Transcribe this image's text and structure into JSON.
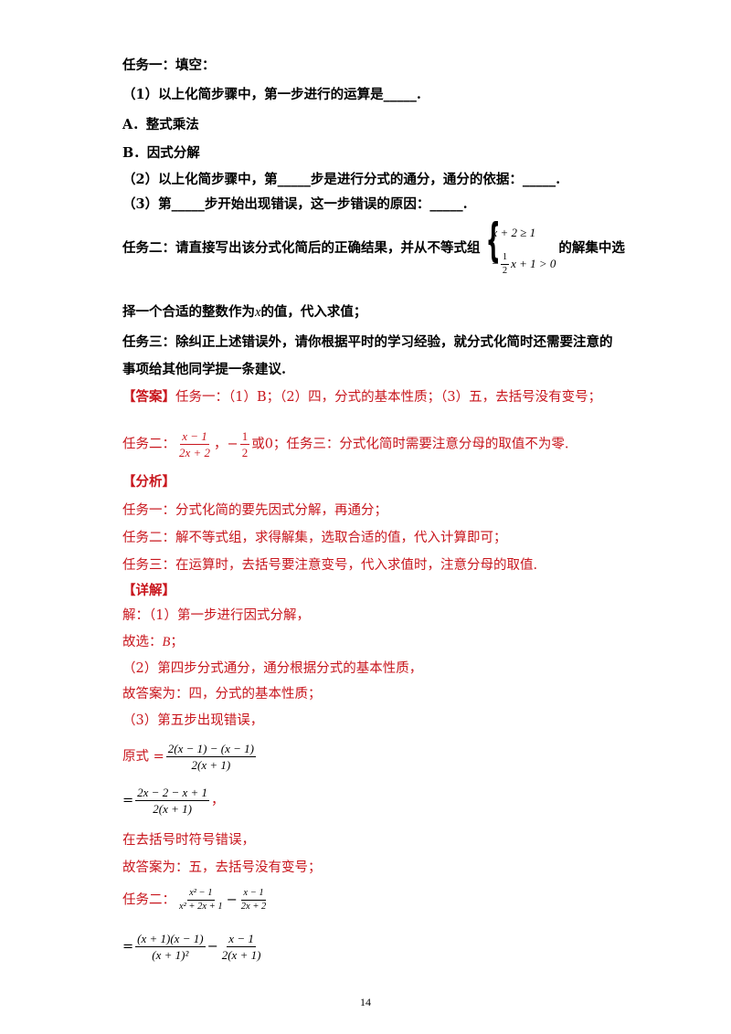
{
  "tasks": {
    "task1_head": "任务一：填空：",
    "q1": "（1）以上化简步骤中，第一步进行的运算是_____.",
    "optA": "A．整式乘法",
    "optB": "B．因式分解",
    "q2": "（2）以上化简步骤中，第_____步是进行分式的通分，通分的依据：_____.",
    "q3": "（3）第_____步开始出现错误，这一步错误的原因：_____.",
    "task2_pre": "任务二：请直接写出该分式化简后的正确结果，并从不等式组",
    "task2_post": "的解集中选",
    "ineq1": "x + 2 ≥ 1",
    "ineq2_num": "1",
    "ineq2_den": "2",
    "ineq2_minus": "−",
    "ineq2_rest": "x + 1 > 0",
    "task2_cont_a": "择一个合适的整数作为",
    "task2_var": "x",
    "task2_cont_b": "的值，代入求值；",
    "task3_l1": "任务三：除纠正上述错误外，请你根据平时的学习经验，就分式化简时还需要注意的",
    "task3_l2": "事项给其他同学提一条建议."
  },
  "answer": {
    "label": "【答案】",
    "line1": "任务一：（1）B；（2）四，分式的基本性质；（3）五，去括号没有变号；",
    "line2_pre": "任务二：",
    "frac_num": "x − 1",
    "frac_den": "2x + 2",
    "comma": "，",
    "neg": "−",
    "half_num": "1",
    "half_den": "2",
    "line2_post": "或0；任务三：分式化简时需要注意分母的取值不为零."
  },
  "analysis": {
    "label": "【分析】",
    "l1": "任务一：分式化简的要先因式分解，再通分；",
    "l2": "任务二：解不等式组，求得解集，选取合适的值，代入计算即可；",
    "l3": "任务三：在运算时，去括号要注意变号，代入求值时，注意分母的取值."
  },
  "detail": {
    "label": "【详解】",
    "l1": "解：（1）第一步进行因式分解，",
    "l2_pre": "故选：",
    "l2_var": "B",
    "l2_post": "；",
    "l3": "（2）第四步分式通分，通分根据分式的基本性质，",
    "l4": "故答案为：四，分式的基本性质；",
    "l5": "（3）第五步出现错误，",
    "f1_pre": "原式 =",
    "f1_num": "2(x − 1) − (x − 1)",
    "f1_den": "2(x + 1)",
    "f2_pre": "=",
    "f2_num": "2x − 2 − x + 1",
    "f2_den": "2(x + 1)",
    "f2_post": "，",
    "l6": "在去括号时符号错误，",
    "l7": "故答案为：五，去括号没有变号；",
    "t2_pre": "任务二：",
    "t2_a_num": "x² − 1",
    "t2_a_den": "x² + 2x + 1",
    "t2_minus": "−",
    "t2_b_num": "x − 1",
    "t2_b_den": "2x + 2",
    "f3_pre": "=",
    "f3_a_num": "(x + 1)(x − 1)",
    "f3_a_den": "(x + 1)²",
    "f3_minus": "−",
    "f3_b_num": "x − 1",
    "f3_b_den": "2(x + 1)"
  },
  "page_number": "14"
}
